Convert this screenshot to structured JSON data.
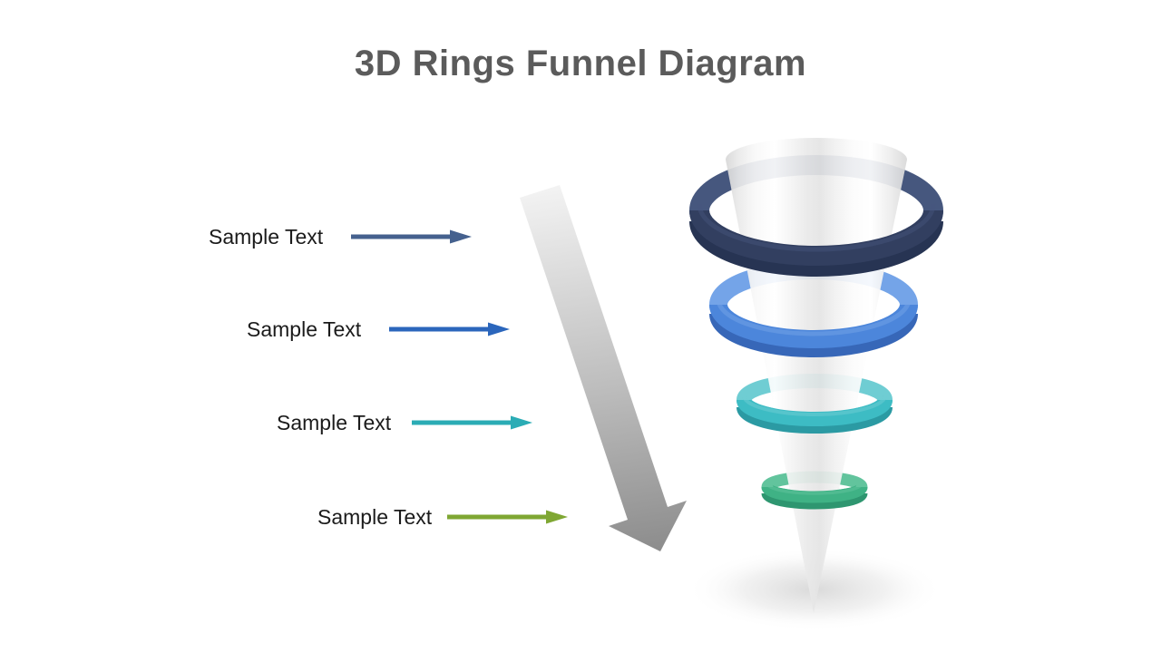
{
  "slide": {
    "title": "3D Rings Funnel Diagram",
    "title_color": "#5b5b5b",
    "background_color": "#ffffff"
  },
  "text_color": "#1b1b1b",
  "items": [
    {
      "label": "Sample Text",
      "arrow_color": "#45618e"
    },
    {
      "label": "Sample Text",
      "arrow_color": "#2b66bc"
    },
    {
      "label": "Sample Text",
      "arrow_color": "#2bacb5"
    },
    {
      "label": "Sample Text",
      "arrow_color": "#7fa733"
    }
  ],
  "big_arrow": {
    "top_color": "#f3f3f3",
    "bottom_color": "#8c8c8c"
  },
  "funnel": {
    "cone_color": "#f5f5f5",
    "rings": [
      {
        "main": "#323f60",
        "dark": "#273453",
        "light": "#46577e"
      },
      {
        "main": "#4c86db",
        "dark": "#3767b8",
        "light": "#74a4e8"
      },
      {
        "main": "#3dbcc4",
        "dark": "#2b9aa3",
        "light": "#6fcdd3"
      },
      {
        "main": "#3fb285",
        "dark": "#2e9670",
        "light": "#62c49d"
      }
    ]
  }
}
